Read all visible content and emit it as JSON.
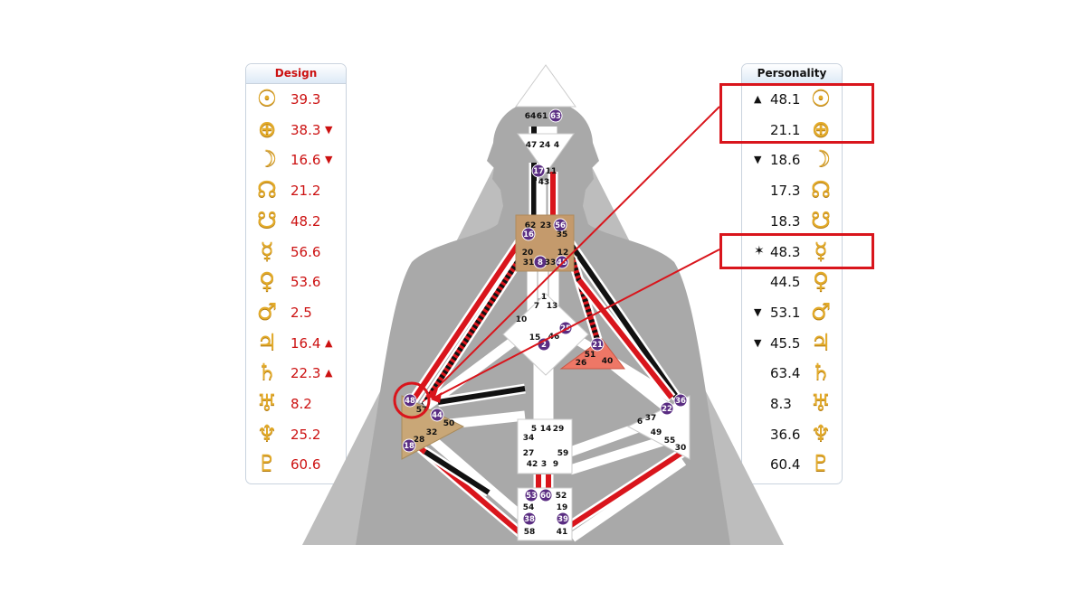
{
  "design": {
    "title": "Design",
    "rows": [
      {
        "glyph": "☉",
        "icon": "sun-icon",
        "value": "39.3",
        "arrow": ""
      },
      {
        "glyph": "⊕",
        "icon": "earth-icon",
        "value": "38.3",
        "arrow": "▼"
      },
      {
        "glyph": "☽",
        "icon": "moon-icon",
        "value": "16.6",
        "arrow": "▼"
      },
      {
        "glyph": "☊",
        "icon": "north-node-icon",
        "value": "21.2",
        "arrow": ""
      },
      {
        "glyph": "☋",
        "icon": "south-node-icon",
        "value": "48.2",
        "arrow": ""
      },
      {
        "glyph": "☿",
        "icon": "mercury-icon",
        "value": "56.6",
        "arrow": ""
      },
      {
        "glyph": "♀",
        "icon": "venus-icon",
        "value": "53.6",
        "arrow": ""
      },
      {
        "glyph": "♂",
        "icon": "mars-icon",
        "value": "2.5",
        "arrow": ""
      },
      {
        "glyph": "♃",
        "icon": "jupiter-icon",
        "value": "16.4",
        "arrow": "▲"
      },
      {
        "glyph": "♄",
        "icon": "saturn-icon",
        "value": "22.3",
        "arrow": "▲"
      },
      {
        "glyph": "♅",
        "icon": "uranus-icon",
        "value": "8.2",
        "arrow": ""
      },
      {
        "glyph": "♆",
        "icon": "neptune-icon",
        "value": "25.2",
        "arrow": ""
      },
      {
        "glyph": "♇",
        "icon": "pluto-icon",
        "value": "60.6",
        "arrow": ""
      }
    ]
  },
  "personality": {
    "title": "Personality",
    "rows": [
      {
        "glyph": "☉",
        "icon": "sun-icon",
        "value": "48.1",
        "arrow": "▲"
      },
      {
        "glyph": "⊕",
        "icon": "earth-icon",
        "value": "21.1",
        "arrow": ""
      },
      {
        "glyph": "☽",
        "icon": "moon-icon",
        "value": "18.6",
        "arrow": "▼"
      },
      {
        "glyph": "☊",
        "icon": "north-node-icon",
        "value": "17.3",
        "arrow": ""
      },
      {
        "glyph": "☋",
        "icon": "south-node-icon",
        "value": "18.3",
        "arrow": ""
      },
      {
        "glyph": "☿",
        "icon": "mercury-icon",
        "value": "48.3",
        "arrow": "✶"
      },
      {
        "glyph": "♀",
        "icon": "venus-icon",
        "value": "44.5",
        "arrow": ""
      },
      {
        "glyph": "♂",
        "icon": "mars-icon",
        "value": "53.1",
        "arrow": "▼"
      },
      {
        "glyph": "♃",
        "icon": "jupiter-icon",
        "value": "45.5",
        "arrow": "▼"
      },
      {
        "glyph": "♄",
        "icon": "saturn-icon",
        "value": "63.4",
        "arrow": ""
      },
      {
        "glyph": "♅",
        "icon": "uranus-icon",
        "value": "8.3",
        "arrow": ""
      },
      {
        "glyph": "♆",
        "icon": "neptune-icon",
        "value": "36.6",
        "arrow": ""
      },
      {
        "glyph": "♇",
        "icon": "pluto-icon",
        "value": "60.4",
        "arrow": ""
      }
    ]
  },
  "bodygraph": {
    "gates": [
      "64",
      "61",
      "63",
      "47",
      "24",
      "4",
      "17",
      "11",
      "43",
      "62",
      "23",
      "56",
      "16",
      "35",
      "20",
      "12",
      "31",
      "8",
      "33",
      "45",
      "1",
      "7",
      "13",
      "10",
      "25",
      "15",
      "46",
      "2",
      "21",
      "51",
      "26",
      "40",
      "48",
      "57",
      "44",
      "50",
      "32",
      "28",
      "18",
      "36",
      "22",
      "6",
      "37",
      "49",
      "55",
      "30",
      "5",
      "14",
      "29",
      "34",
      "27",
      "59",
      "42",
      "3",
      "9",
      "53",
      "60",
      "52",
      "54",
      "19",
      "38",
      "39",
      "58",
      "41"
    ],
    "circled_gates": [
      "63",
      "17",
      "56",
      "16",
      "8",
      "45",
      "25",
      "2",
      "21",
      "48",
      "44",
      "18",
      "36",
      "22",
      "53",
      "60",
      "38",
      "39"
    ],
    "highlight_gate": "48"
  },
  "colors": {
    "design": "#d9151c",
    "personality": "#111111",
    "glyph": "#e3ab2a",
    "highlight": "#d9151c",
    "defined_center": "#c49a6c",
    "spleen_center": "#c9a777",
    "ego_center": "#ee7766",
    "gate_circle": "#5a2d82"
  }
}
